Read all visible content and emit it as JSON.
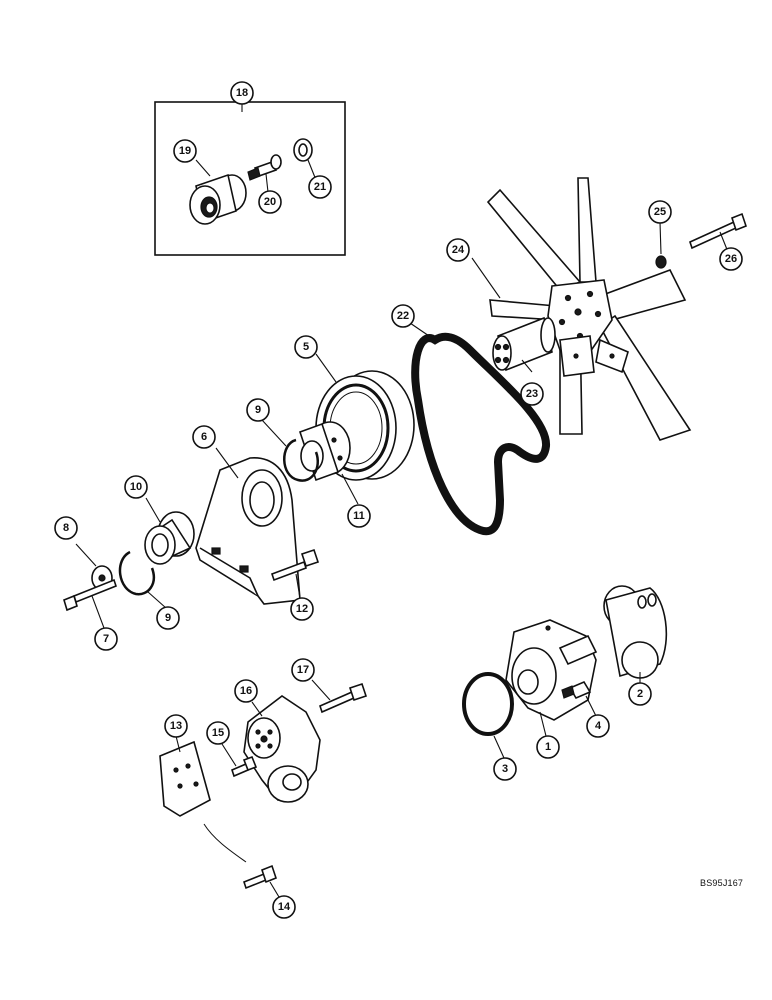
{
  "figure_code": "BS95J167",
  "callouts": {
    "c1": "1",
    "c2": "2",
    "c3": "3",
    "c4": "4",
    "c5": "5",
    "c6": "6",
    "c7": "7",
    "c8": "8",
    "c9a": "9",
    "c9b": "9",
    "c10": "10",
    "c11": "11",
    "c12": "12",
    "c13": "13",
    "c14": "14",
    "c15": "15",
    "c16": "16",
    "c17": "17",
    "c18": "18",
    "c19": "19",
    "c20": "20",
    "c21": "21",
    "c22": "22",
    "c23": "23",
    "c24": "24",
    "c25": "25",
    "c26": "26"
  }
}
